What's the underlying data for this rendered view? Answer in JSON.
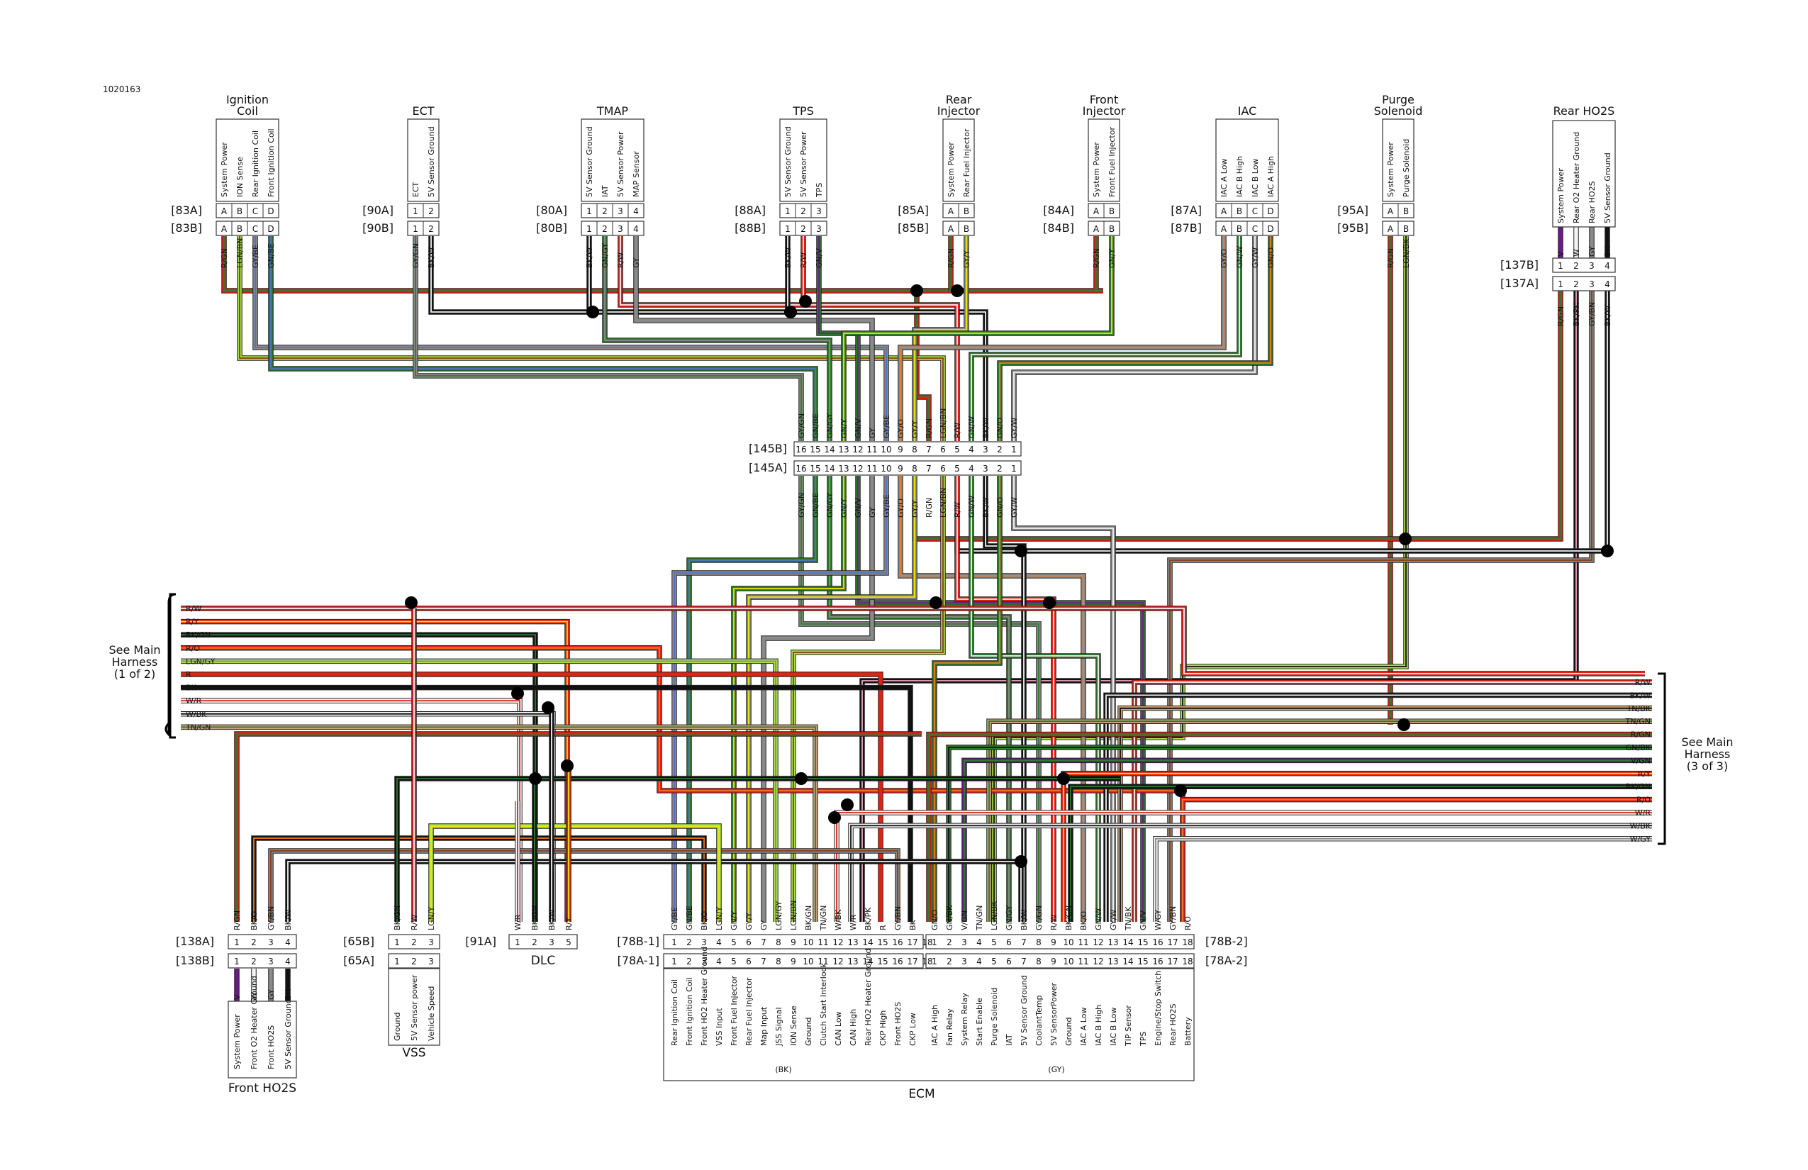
{
  "doc_id": "1020163",
  "components": [
    {
      "id": "ign",
      "title_lines": [
        "Ignition",
        "Coil"
      ],
      "conn_a": "[83A]",
      "conn_b": "[83B]",
      "pin_ids": [
        "A",
        "B",
        "C",
        "D"
      ],
      "pins": [
        "System Power",
        "ION Sense",
        "Rear Ignition Coil",
        "Front Ignition Coil"
      ],
      "wires": [
        "R/GN",
        "LGN/BN",
        "GY/BE",
        "GN/BE"
      ]
    },
    {
      "id": "ect",
      "title_lines": [
        "ECT"
      ],
      "conn_a": "[90A]",
      "conn_b": "[90B]",
      "pin_ids": [
        "1",
        "2"
      ],
      "pins": [
        "ECT",
        "5V Sensor Ground"
      ],
      "wires": [
        "GY/GN",
        "BK/W"
      ]
    },
    {
      "id": "tmap",
      "title_lines": [
        "TMAP"
      ],
      "conn_a": "[80A]",
      "conn_b": "[80B]",
      "pin_ids": [
        "1",
        "2",
        "3",
        "4"
      ],
      "pins": [
        "5V Sensor Ground",
        "IAT",
        "5V Sensor Power",
        "MAP Sensor"
      ],
      "wires": [
        "BK/W",
        "GN/GY",
        "R/W",
        "GY"
      ]
    },
    {
      "id": "tps",
      "title_lines": [
        "TPS"
      ],
      "conn_a": "[88A]",
      "conn_b": "[88B]",
      "pin_ids": [
        "1",
        "2",
        "3"
      ],
      "pins": [
        "5V Sensor Ground",
        "5V Sensor Power",
        "TPS"
      ],
      "wires": [
        "BK/W",
        "R/W",
        "GN/V"
      ]
    },
    {
      "id": "rinj",
      "title_lines": [
        "Rear",
        "Injector"
      ],
      "conn_a": "[85A]",
      "conn_b": "[85B]",
      "pin_ids": [
        "A",
        "B"
      ],
      "pins": [
        "System Power",
        "Rear Fuel Injector"
      ],
      "wires": [
        "R/GN",
        "GY/Y"
      ]
    },
    {
      "id": "finj",
      "title_lines": [
        "Front",
        "Injector"
      ],
      "conn_a": "[84A]",
      "conn_b": "[84B]",
      "pin_ids": [
        "A",
        "B"
      ],
      "pins": [
        "System Power",
        "Front Fuel Injector"
      ],
      "wires": [
        "R/GN",
        "GN/Y"
      ]
    },
    {
      "id": "iac",
      "title_lines": [
        "IAC"
      ],
      "conn_a": "[87A]",
      "conn_b": "[87B]",
      "pin_ids": [
        "A",
        "B",
        "C",
        "D"
      ],
      "pins": [
        "IAC A Low",
        "IAC B High",
        "IAC B Low",
        "IAC A High"
      ],
      "wires": [
        "GY/O",
        "GN/W",
        "GY/W",
        "GN/O"
      ]
    },
    {
      "id": "purge",
      "title_lines": [
        "Purge",
        "Solenoid"
      ],
      "conn_a": "[95A]",
      "conn_b": "[95B]",
      "pin_ids": [
        "A",
        "B"
      ],
      "pins": [
        "System Power",
        "Purge Solenoid"
      ],
      "wires": [
        "R/GN",
        "LGN/BK"
      ]
    }
  ],
  "rear_ho2s": {
    "title": "Rear HO2S",
    "conn_b": "[137B]",
    "conn_a": "[137A]",
    "pins": [
      "System Power",
      "Rear O2 Heater Ground",
      "Rear HO2S",
      "5V Sensor Ground"
    ],
    "top_wires": [
      "V",
      "W",
      "GY",
      "BK"
    ],
    "bottom_wires": [
      "R/GN",
      "BK/PK",
      "GY/BN",
      "BK/W"
    ]
  },
  "inline_145": {
    "conn_b": "[145B]",
    "conn_a": "[145A]",
    "pin_nums": [
      "16",
      "15",
      "14",
      "13",
      "12",
      "11",
      "10",
      "9",
      "8",
      "7",
      "6",
      "5",
      "4",
      "3",
      "2",
      "1"
    ],
    "wires": [
      "GY/GN",
      "GN/BE",
      "GN/GY",
      "GN/Y",
      "GN/V",
      "GY",
      "GY/BE",
      "GY/O",
      "GY/Y",
      "R/GN",
      "LGN/BN",
      "R/W",
      "GN/W",
      "BK/W",
      "GN/O",
      "GY/W"
    ]
  },
  "left_harness": {
    "label_lines": [
      "See Main",
      "Harness",
      "(1 of 2)"
    ],
    "wires": [
      "R/W",
      "R/Y",
      "BK/GN",
      "R/O",
      "LGN/GY",
      "R",
      "BK",
      "W/R",
      "W/BK",
      "TN/GN"
    ]
  },
  "right_harness": {
    "label_lines": [
      "See Main",
      "Harness",
      "(3 of 3)"
    ],
    "wires": [
      "R/W",
      "BK/W",
      "TN/BK",
      "TN/GN",
      "R/GN",
      "GN/BK",
      "V/GN",
      "R/Y",
      "BK/GN",
      "R/O",
      "W/R",
      "W/BK",
      "W/GY"
    ]
  },
  "front_ho2s": {
    "title": "Front HO2S",
    "conn_a": "[138A]",
    "conn_b": "[138B]",
    "pin_nums": [
      "1",
      "2",
      "3",
      "4"
    ],
    "wires": [
      "R/GN",
      "BK/O",
      "GY/BN",
      "BK/W"
    ],
    "bottom_wires": [
      "V",
      "W",
      "GY",
      "BK"
    ],
    "pins": [
      "System Power",
      "Front O2 Heater Ground",
      "Front HO2S",
      "5V Sensor Ground"
    ]
  },
  "vss": {
    "title": "VSS",
    "conn_b": "[65B]",
    "conn_a": "[65A]",
    "pin_nums": [
      "1",
      "2",
      "3"
    ],
    "wires": [
      "BK/GN",
      "R/W",
      "LGN/Y"
    ],
    "pins": [
      "Ground",
      "5V Sensor power",
      "Vehicle Speed"
    ]
  },
  "dlc": {
    "title": "DLC",
    "conn": "[91A]",
    "pin_nums": [
      "1",
      "2",
      "3",
      "5"
    ],
    "wires": [
      "W/R",
      "BK/GN",
      "BK/W",
      "R/Y"
    ]
  },
  "ecm": {
    "title": "ECM",
    "conn_b1": "[78B-1]",
    "conn_a1": "[78A-1]",
    "conn_b2": "[78B-2]",
    "conn_a2": "[78A-2]",
    "pin_nums": [
      "1",
      "2",
      "3",
      "4",
      "5",
      "6",
      "7",
      "8",
      "9",
      "10",
      "11",
      "12",
      "13",
      "14",
      "15",
      "16",
      "17",
      "18"
    ],
    "bk_label": "(BK)",
    "gy_label": "(GY)",
    "bk_wires": [
      "GY/BE",
      "GN/BE",
      "BK/O",
      "LGN/Y",
      "GN/Y",
      "GY/Y",
      "GY",
      "LGN/GY",
      "LGN/BN",
      "BK/GN",
      "TN/GN",
      "W/BK",
      "W/R",
      "BK/PK",
      "R",
      "GY/BN",
      "BK"
    ],
    "bk_pins": [
      "Rear Ignition Coil",
      "Front Ignition Coil",
      "Front HO2 Heater Ground",
      "VSS Input",
      "Front Fuel Injector",
      "Rear Fuel Injector",
      "Map Input",
      "JSS Signal",
      "ION Sense",
      "Ground",
      "Clutch Start Interlock",
      "CAN Low",
      "CAN High",
      "Rear HO2 Heater Ground",
      "CKP High",
      "Front HO2S",
      "CKP Low"
    ],
    "gy_wires": [
      "GN/O",
      "GN/BK",
      "V/GN",
      "TN/GN",
      "LGN/BK",
      "GN/GY",
      "BK/W",
      "GY/GN",
      "R/W",
      "BK/GN",
      "BK/O",
      "GN/W",
      "GY/W",
      "TN/BK",
      "GN/V",
      "W/GY",
      "GY/BN",
      "R/O"
    ],
    "gy_pins": [
      "IAC A High",
      "Fan Relay",
      "System Relay",
      "Start Enable",
      "Purge Solenoid",
      "IAT",
      "5V Sensor Ground",
      "CoolantTemp",
      "5V SensorPower",
      "Ground",
      "IAC A Low",
      "IAC B High",
      "IAC B Low",
      "TIP Sensor",
      "TPS",
      "Engine/Stop Switch",
      "Rear HO2S",
      "Battery"
    ]
  },
  "colors": {
    "R": "#e32119",
    "W": "#f4f4f4",
    "BK": "#111111",
    "GN": "#2f7a2f",
    "Y": "#f2e600",
    "O": "#f47a1a",
    "BN": "#8b3a12",
    "BE": "#4e73c8",
    "GY": "#8a8a8a",
    "V": "#6a1c86",
    "TN": "#c8a27a",
    "LGN": "#a8e04a",
    "PK": "#f4a6c0"
  }
}
